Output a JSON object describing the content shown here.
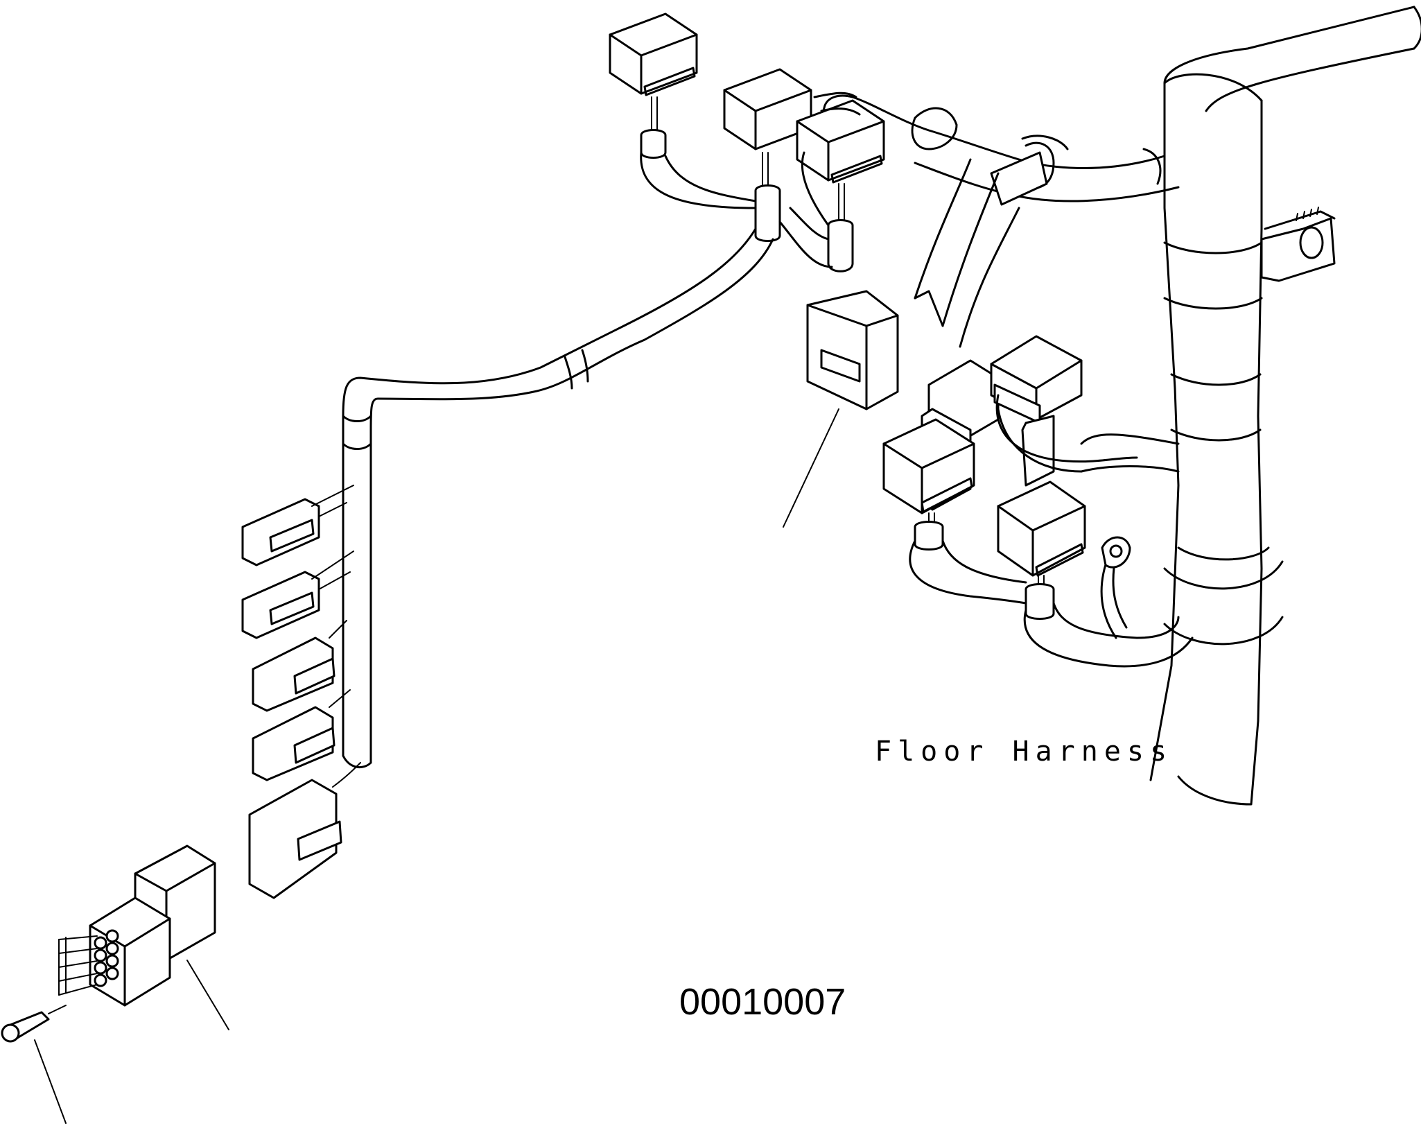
{
  "diagram": {
    "labels": {
      "harness_name": "Floor Harness",
      "drawing_number": "00010007"
    },
    "parts": [
      {
        "id": "relay-connectors-top",
        "icon": "relay-icon"
      },
      {
        "id": "relay-connectors-right",
        "icon": "relay-icon"
      },
      {
        "id": "side-connectors-left",
        "icon": "connector-icon"
      },
      {
        "id": "multi-pin-connector",
        "icon": "plug-icon"
      },
      {
        "id": "terminal-pin",
        "icon": "pin-icon"
      },
      {
        "id": "mounting-bracket",
        "icon": "bracket-icon"
      },
      {
        "id": "ground-terminal",
        "icon": "ring-terminal-icon"
      }
    ]
  }
}
